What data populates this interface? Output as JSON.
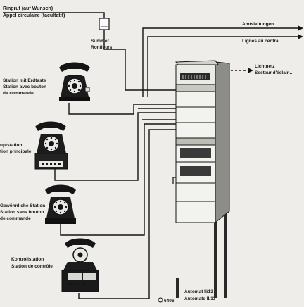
{
  "labels": {
    "ringruf_de": "Ringruf (auf Wunsch)",
    "ringruf_fr": "Appel circulaire (facultatif)",
    "summer_de": "Summer",
    "summer_fr": "Ronfleurs",
    "amtsleitungen_de": "Amtsleitungen",
    "amtsleitungen_fr": "Lignes au central",
    "lichtnetz_de": "Lichtnetz",
    "lichtnetz_fr": "Secteur d'éclair...",
    "erdtaste_de": "Station mit Erdtaste",
    "erdtaste_fr1": "Station avec bouton",
    "erdtaste_fr2": "de commande",
    "haupt_de": "uptstation",
    "haupt_fr": "tion principale",
    "gewoehn_de": "Gewöhnliche Station",
    "gewoehn_fr1": "Station sans bouton",
    "gewoehn_fr2": "de commande",
    "kontroll_de": "Kontrollstation",
    "kontroll_fr": "Station de contrôle",
    "automat_de": "Automat II/13",
    "automat_fr": "Automate II/13",
    "ref": "6406"
  }
}
